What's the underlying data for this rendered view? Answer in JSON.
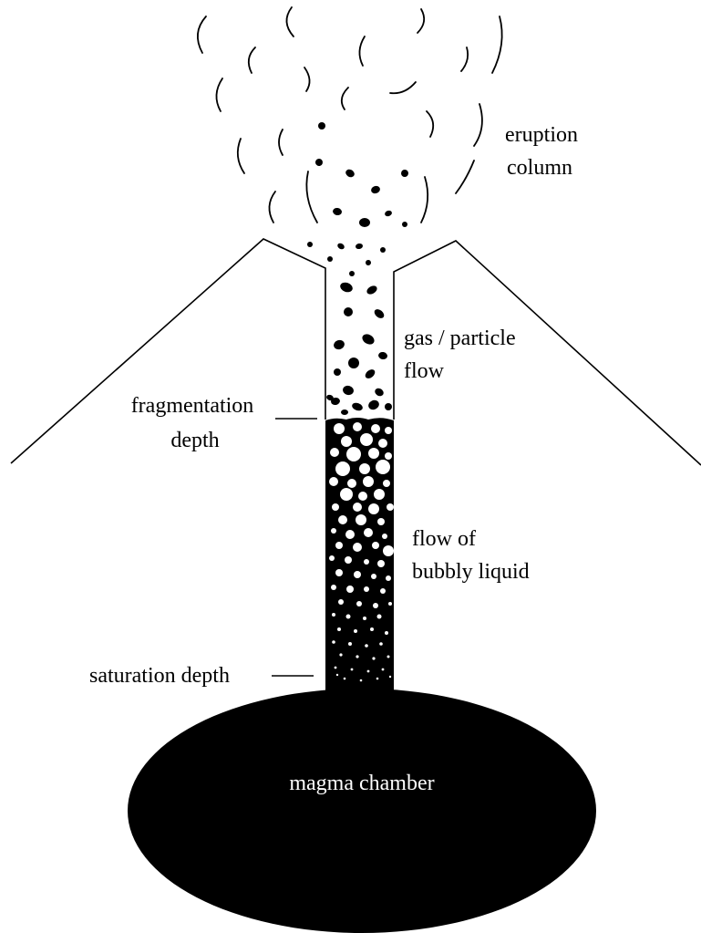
{
  "diagram": {
    "labels": {
      "eruption_column_line1": "eruption",
      "eruption_column_line2": "column",
      "gas_particle_flow_line1": "gas / particle",
      "gas_particle_flow_line2": "flow",
      "fragmentation_depth_line1": "fragmentation",
      "fragmentation_depth_line2": "depth",
      "bubbly_liquid_line1": "flow of",
      "bubbly_liquid_line2": "bubbly liquid",
      "saturation_depth": "saturation depth",
      "magma_chamber": "magma chamber"
    },
    "colors": {
      "ink": "#000000",
      "paper": "#ffffff"
    }
  }
}
